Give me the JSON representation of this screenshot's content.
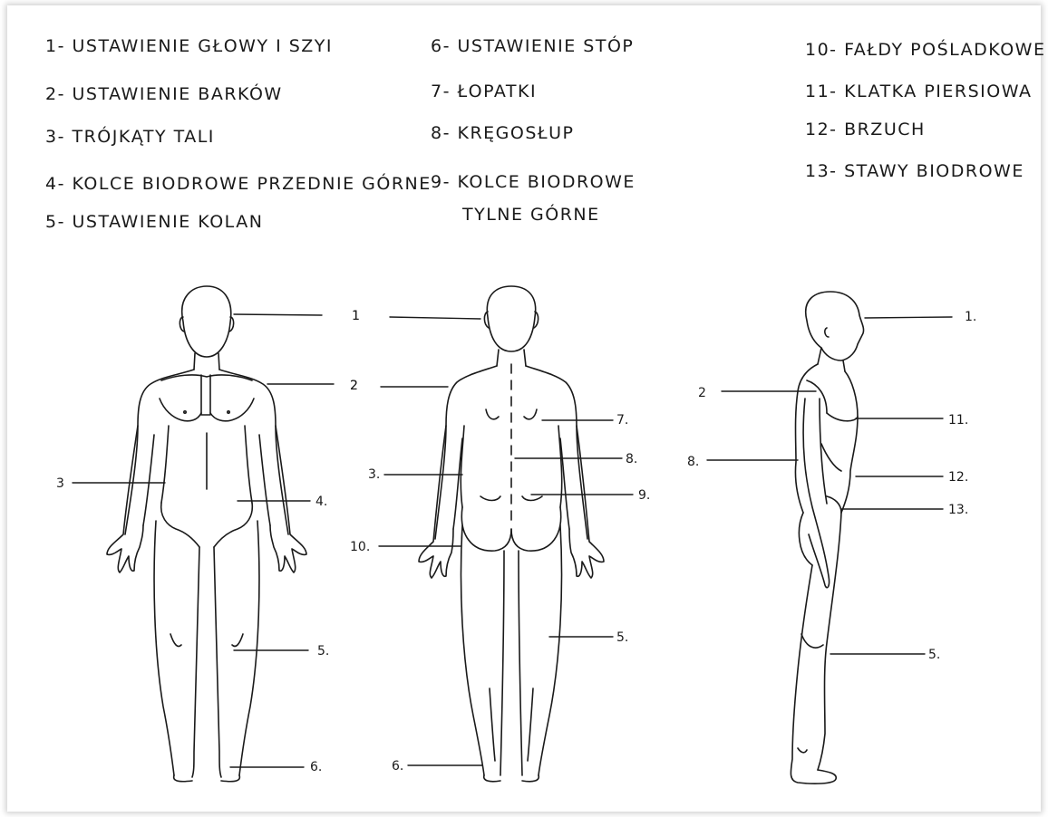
{
  "legend": {
    "col1": [
      "1- USTAWIENIE  GŁOWY  I  SZYI",
      "2- USTAWIENIE  BARKÓW",
      "3- TRÓJKĄTY  TALI",
      "4- KOLCE  BIODROWE  PRZEDNIE  GÓRNE",
      "5- USTAWIENIE  KOLAN"
    ],
    "col2": [
      "6- USTAWIENIE  STÓP",
      "7- ŁOPATKI",
      "8- KRĘGOSŁUP",
      "9- KOLCE  BIODROWE",
      "TYLNE  GÓRNE"
    ],
    "col3": [
      "10- FAŁDY  POŚLADKOWE",
      "11- KLATKA  PIERSIOWA",
      "12- BRZUCH",
      "13- STAWY  BIODROWE"
    ]
  },
  "callouts": {
    "front": [
      "1",
      "2",
      "3",
      "4.",
      "5.",
      "6."
    ],
    "back": [
      "1",
      "2",
      "7.",
      "8.",
      "3.",
      "9.",
      "10.",
      "5.",
      "6."
    ],
    "side": [
      "1.",
      "2",
      "11.",
      "8.",
      "12.",
      "13.",
      "5."
    ]
  }
}
